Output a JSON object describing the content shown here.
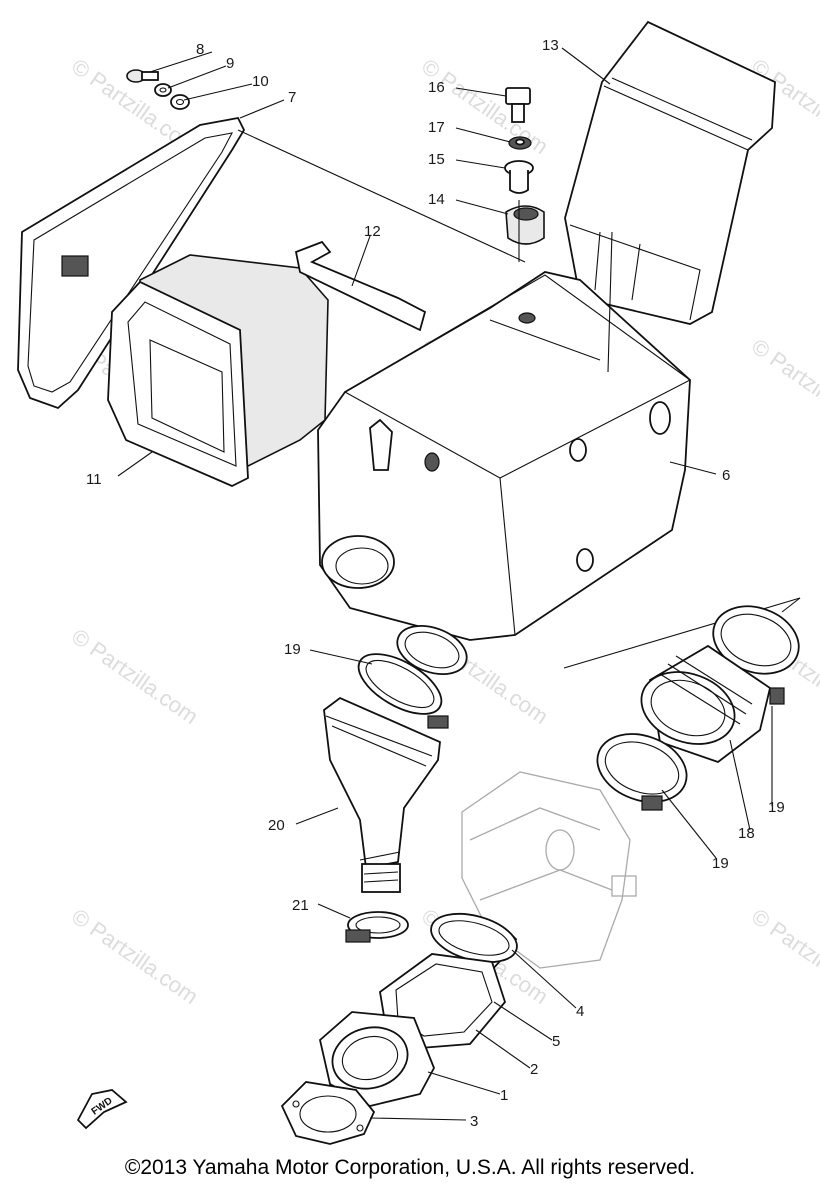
{
  "watermark": "© Partzilla.com",
  "footer": {
    "copyright": "©2013 Yamaha Motor Corporation, U.S.A. All rights reserved."
  },
  "fwd_label": "FWD",
  "callouts": [
    "1",
    "2",
    "3",
    "4",
    "5",
    "6",
    "7",
    "8",
    "9",
    "10",
    "11",
    "12",
    "13",
    "14",
    "15",
    "16",
    "17",
    "18",
    "19",
    "20",
    "21"
  ]
}
